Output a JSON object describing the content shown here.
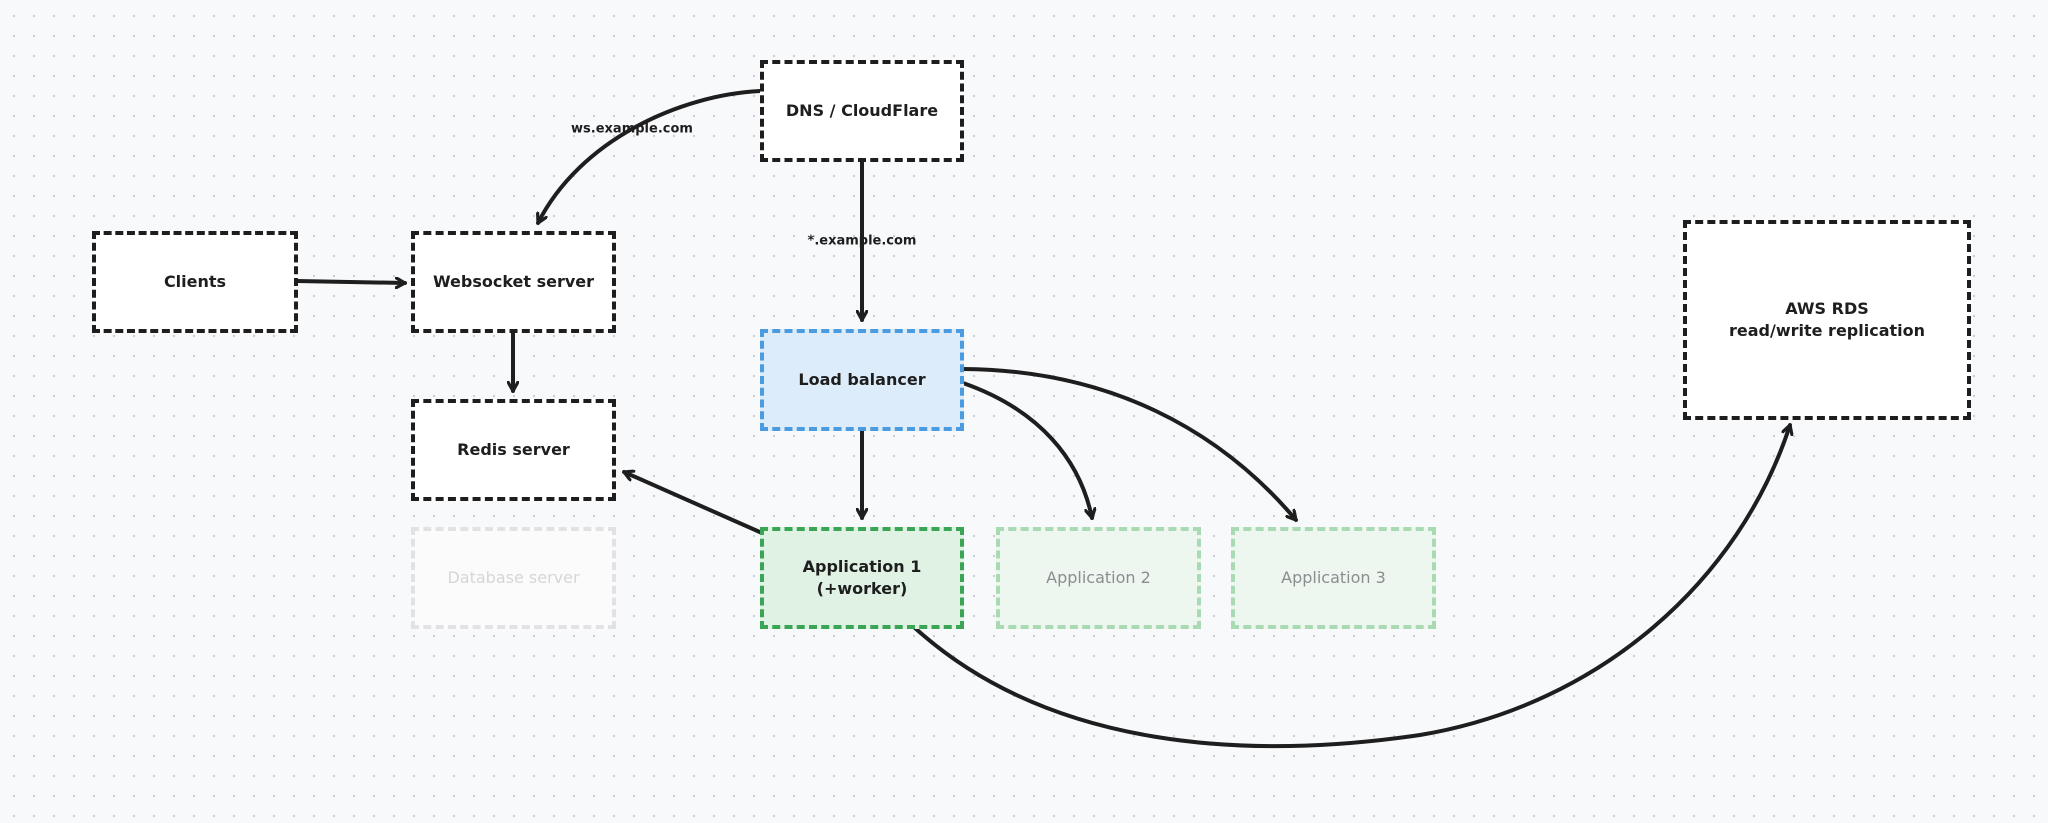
{
  "nodes": {
    "dns": {
      "label": "DNS / CloudFlare"
    },
    "clients": {
      "label": "Clients"
    },
    "websocket": {
      "label": "Websocket server"
    },
    "redis": {
      "label": "Redis server"
    },
    "database": {
      "label": "Database server"
    },
    "load_balancer": {
      "label": "Load balancer"
    },
    "app1": {
      "label": "Application 1\n(+worker)"
    },
    "app2": {
      "label": "Application 2"
    },
    "app3": {
      "label": "Application 3"
    },
    "aws_rds": {
      "label": "AWS RDS\nread/write replication"
    }
  },
  "edges": {
    "dns_to_websocket": {
      "label": "ws.example.com"
    },
    "dns_to_lb": {
      "label": "*.example.com"
    }
  },
  "colors": {
    "stroke": "#1e1e1e",
    "blue_border": "#4a9be0",
    "blue_fill": "#dcecfb",
    "green_border": "#3aa655",
    "green_fill": "#dff2e3"
  }
}
